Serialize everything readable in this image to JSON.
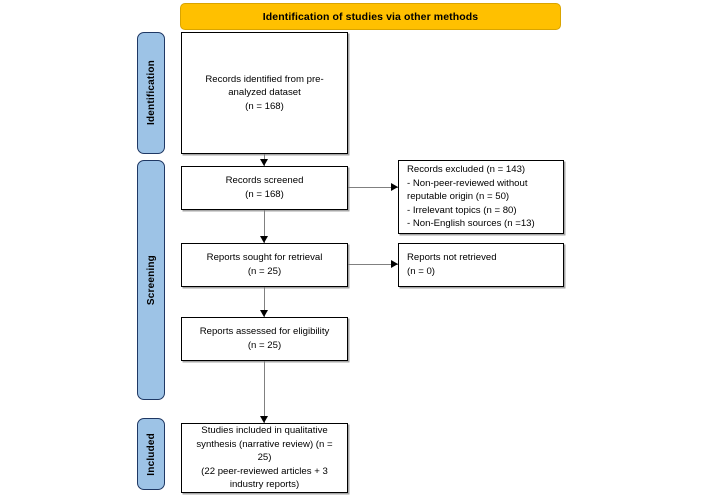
{
  "banner": {
    "title": "Identification of studies via other methods"
  },
  "stages": [
    {
      "id": "identification",
      "label": "Identification"
    },
    {
      "id": "screening",
      "label": "Screening"
    },
    {
      "id": "included",
      "label": "Included"
    }
  ],
  "boxes": {
    "records_identified": "Records identified from pre-analyzed dataset\n(n = 168)",
    "records_screened": "Records screened\n(n = 168)",
    "records_excluded": "Records excluded (n = 143)\n- Non-peer-reviewed without reputable origin (n = 50)\n- Irrelevant topics (n = 80)\n- Non-English sources (n =13)",
    "reports_sought": "Reports sought for retrieval\n(n = 25)",
    "reports_not_retrieved": "Reports not retrieved\n(n = 0)",
    "reports_assessed": "Reports assessed for eligibility\n(n = 25)",
    "studies_included": "Studies included in qualitative synthesis (narrative review) (n = 25)\n(22 peer-reviewed articles + 3 industry reports)"
  },
  "counts": {
    "identified": 168,
    "screened": 168,
    "excluded_total": 143,
    "excluded_non_peer_reviewed": 50,
    "excluded_irrelevant_topics": 80,
    "excluded_non_english": 13,
    "sought_for_retrieval": 25,
    "not_retrieved": 0,
    "assessed_for_eligibility": 25,
    "included_total": 25,
    "included_peer_reviewed_articles": 22,
    "included_industry_reports": 3
  },
  "colors": {
    "banner_fill": "#FFC000",
    "banner_border": "#D9A400",
    "stage_fill": "#9DC3E6",
    "stage_border": "#1F3864",
    "box_border": "#000000",
    "connector": "#808080",
    "background": "#FFFFFF"
  }
}
